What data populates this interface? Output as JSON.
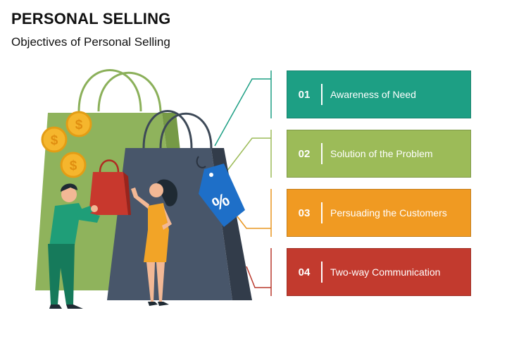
{
  "header": {
    "title": "PERSONAL SELLING",
    "subtitle": "Objectives of Personal Selling"
  },
  "illustration": {
    "tag_text": "%",
    "coins": [
      "$",
      "$",
      "$"
    ]
  },
  "objectives": [
    {
      "number": "01",
      "label": "Awareness of Need",
      "color": "#1d9f84"
    },
    {
      "number": "02",
      "label": "Solution of the Problem",
      "color": "#9cbb58"
    },
    {
      "number": "03",
      "label": "Persuading the Customers",
      "color": "#f09a22"
    },
    {
      "number": "04",
      "label": "Two-way Communication",
      "color": "#c23a2e"
    }
  ]
}
